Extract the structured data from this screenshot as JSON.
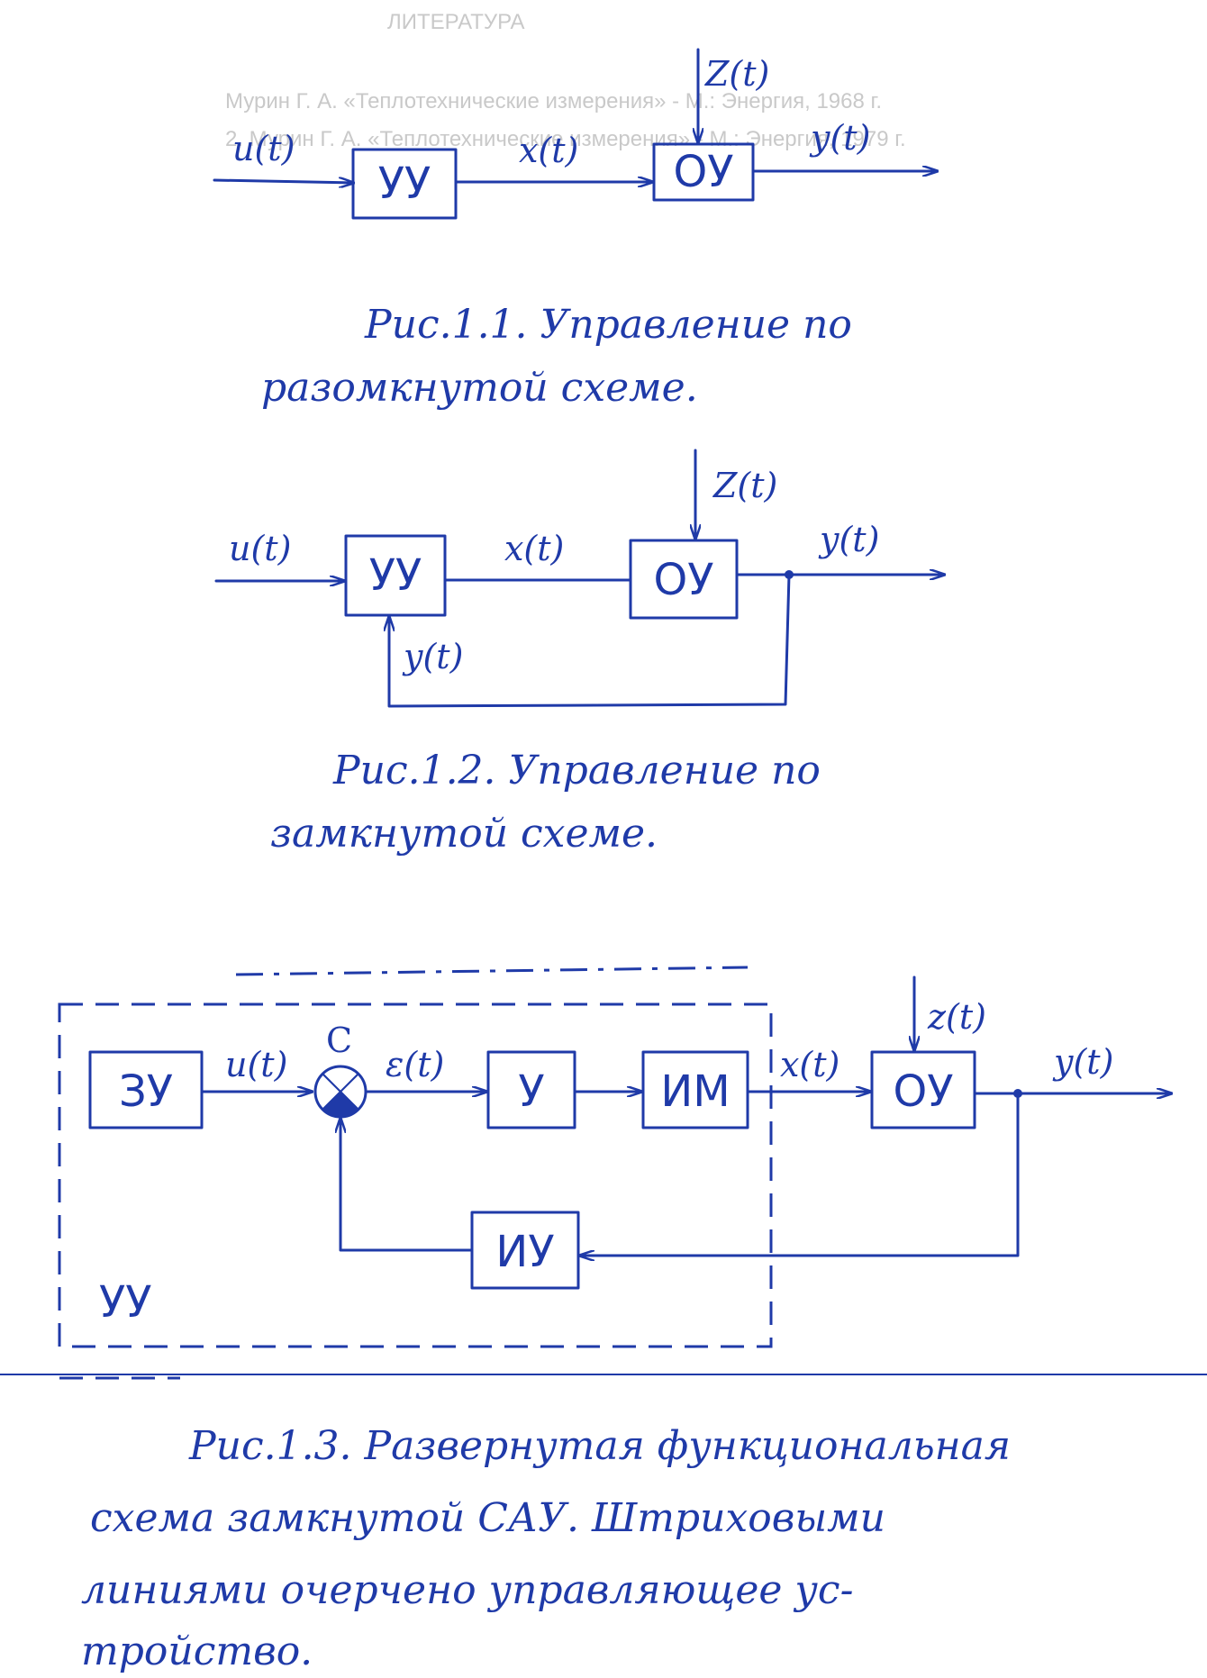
{
  "faint_heading": "ЛИТЕРАТУРА",
  "faint_lines": [
    "Мурин Г. А. «Теплотехнические измерения» - М.: Энергия, 1968 г.",
    "2. Мурин Г. А. «Теплотехнические измерения» - М.: Энергия, 1979 г."
  ],
  "fig1": {
    "block_uu": "УУ",
    "block_ou": "ОУ",
    "input": "u(t)",
    "signal_x": "x(t)",
    "output": "y(t)",
    "disturbance": "Z(t)",
    "caption_line1": "Рис.1.1. Управление по",
    "caption_line2": "разомкнутой схеме."
  },
  "fig2": {
    "block_uu": "УУ",
    "block_ou": "ОУ",
    "input": "u(t)",
    "signal_x": "x(t)",
    "output": "y(t)",
    "disturbance": "Z(t)",
    "feedback": "y(t)",
    "caption_line1": "Рис.1.2. Управление по",
    "caption_line2": "замкнутой схеме."
  },
  "fig3": {
    "block_zu": "ЗУ",
    "block_u": "У",
    "block_im": "ИМ",
    "block_ou": "ОУ",
    "block_iu": "ИУ",
    "region_label": "УУ",
    "comparator": "С",
    "input": "u(t)",
    "error": "ε(t)",
    "signal_x": "x(t)",
    "output": "y(t)",
    "disturbance": "z(t)",
    "caption_line1": "Рис.1.3. Развернутая функциональная",
    "caption_line2": "схема замкнутой САУ.  Штриховыми",
    "caption_line3": "линиями очерчено управляющее ус-",
    "caption_line4": "тройство."
  },
  "colors": {
    "ink": "#1f3aa8",
    "paper": "#ffffff",
    "faint": "#c9c9c9"
  }
}
